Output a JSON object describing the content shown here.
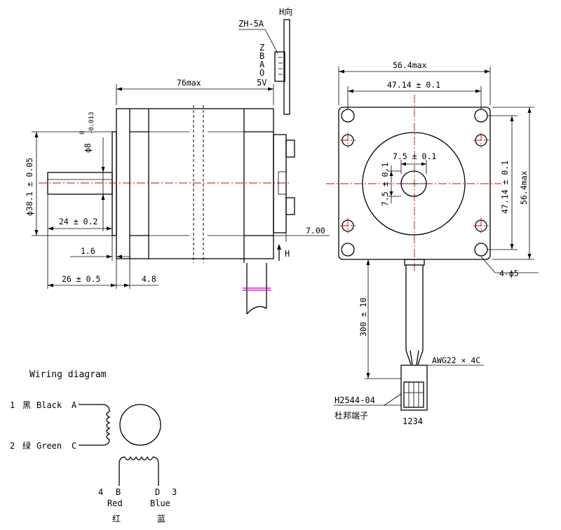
{
  "side_view": {
    "length_max": "76max",
    "shaft_dia": "ϕ8",
    "shaft_tol_upper": "0",
    "shaft_tol_lower": "-0.013",
    "pilot_dia": "ϕ38.1 ± 0.05",
    "shaft_length": "24 ± 0.2",
    "flange_step": "1.6",
    "shaft_total": "26 ± 0.5",
    "flange_thickness": "4.8",
    "connector_offset": "7.00",
    "direction_mark": "H",
    "direction_top": "H向",
    "connector_model": "ZH-5A",
    "pins": [
      "Z",
      "B",
      "A",
      "O",
      "5V"
    ]
  },
  "front_view": {
    "frame_max": "56.4max",
    "hole_pitch": "47.14 ± 0.1",
    "hole_pitch_v": "47.14 ± 0.1",
    "frame_max_v": "56.4max",
    "boss_h": "7.5 ± 0.1",
    "boss_v": "7.5 ± 0.1",
    "holes": "4-ϕ5",
    "lead_length": "300 ± 10",
    "wire": "AWG22 × 4C",
    "terminal_model": "H2544-04",
    "terminal_cn": "杜邦端子",
    "terminal_pins": "1234"
  },
  "wiring": {
    "title": "Wiring diagram",
    "w1_num": "1",
    "w1_cn": "黑",
    "w1_en": "Black",
    "w1_ph": "A",
    "w2_num": "2",
    "w2_cn": "绿",
    "w2_en": "Green",
    "w2_ph": "C",
    "w4_num": "4",
    "w4_ph": "B",
    "w4_en": "Red",
    "w4_cn": "红",
    "w3_ph": "D",
    "w3_num": "3",
    "w3_en": "Blue",
    "w3_cn": "蓝"
  }
}
